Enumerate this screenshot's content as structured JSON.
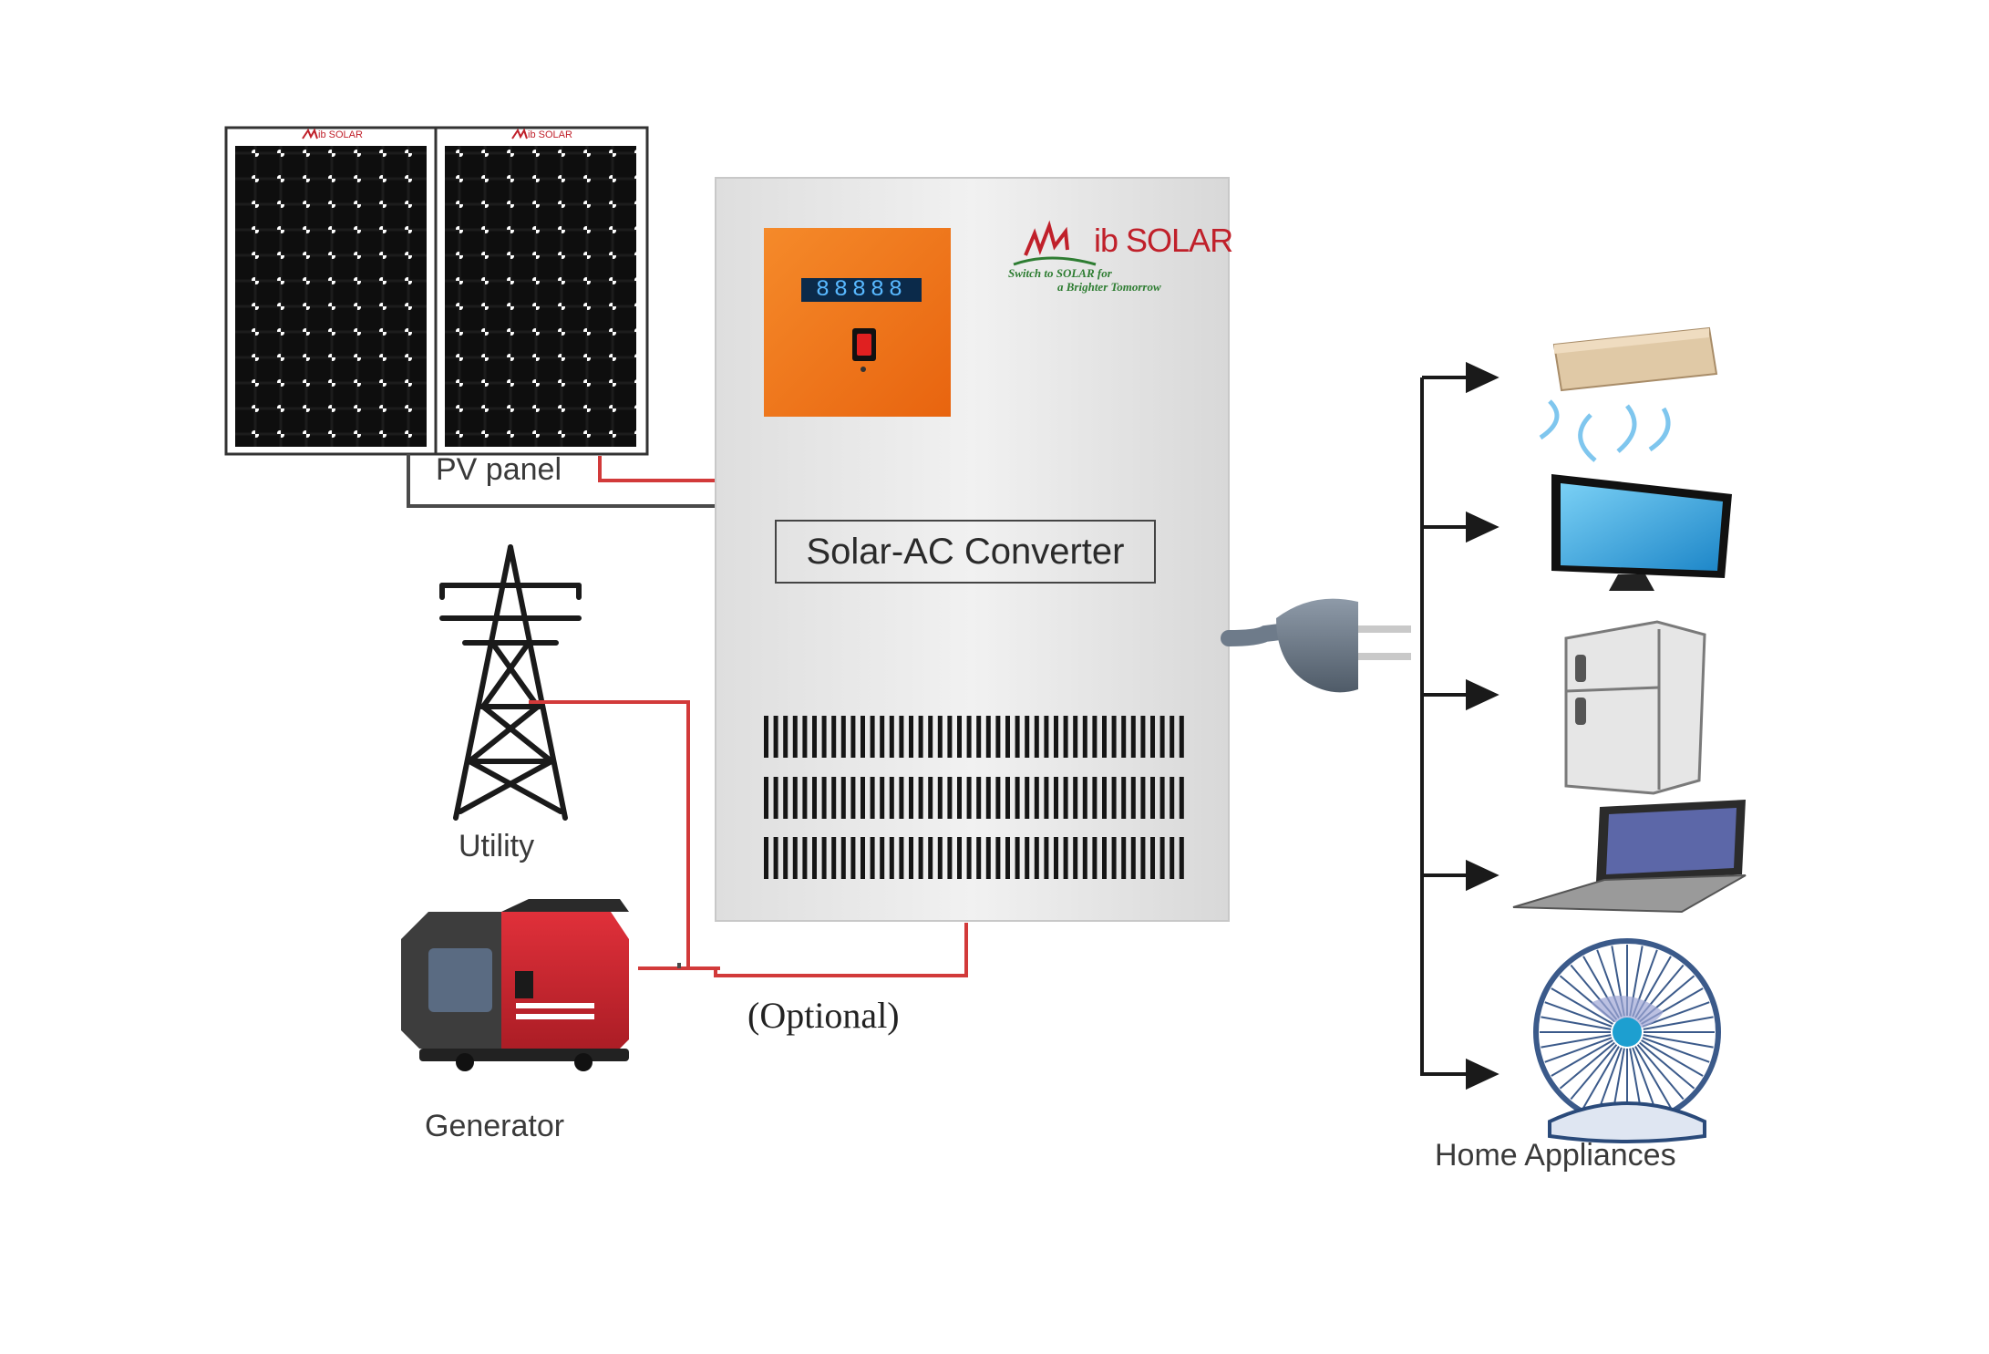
{
  "labels": {
    "pv_panel": "PV panel",
    "converter": "Solar-AC Converter",
    "utility": "Utility",
    "generator": "Generator",
    "optional": "(Optional)",
    "home_appliances": "Home Appliances"
  },
  "converter_unit": {
    "display_value": "88888",
    "brand": "ib SOLAR",
    "tagline_line1": "Switch to SOLAR for",
    "tagline_line2": "a Brighter Tomorrow"
  },
  "panels": {
    "brand": "ib SOLAR"
  },
  "colors": {
    "wire_red": "#d23a3a",
    "wire_dark": "#4a4a4a",
    "cabinet": "#ececec",
    "front_panel": "#f07a1c",
    "brand_red": "#c0202a",
    "brand_green": "#2e7d32"
  },
  "appliances": [
    "air-conditioner-icon",
    "tv-icon",
    "fridge-icon",
    "laptop-icon",
    "fan-icon"
  ]
}
